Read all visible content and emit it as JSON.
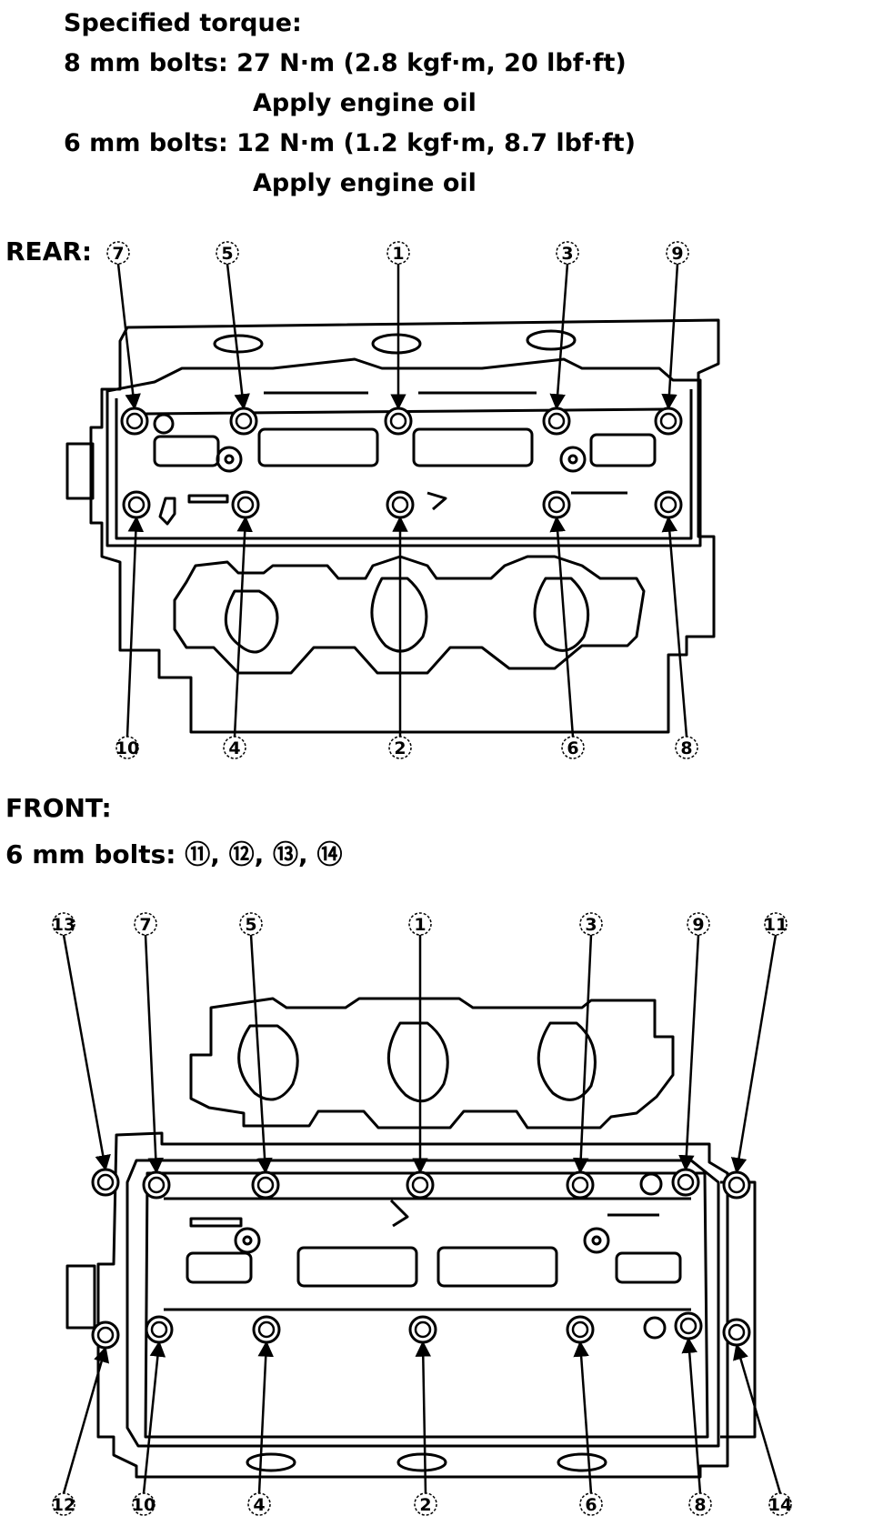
{
  "spec": {
    "heading": "Specified torque:",
    "bolt8_label": "8 mm bolts:",
    "bolt8_value": "27 N·m (2.8 kgf·m, 20 lbf·ft)",
    "bolt8_note": "Apply engine oil",
    "bolt6_label": "6 mm bolts:",
    "bolt6_value": "12 N·m (1.2 kgf·m, 8.7 lbf·ft)",
    "bolt6_note": "Apply engine oil"
  },
  "rear": {
    "label": "REAR:",
    "top_numbers": [
      "7",
      "5",
      "1",
      "3",
      "9"
    ],
    "bottom_numbers": [
      "10",
      "4",
      "2",
      "6",
      "8"
    ]
  },
  "front": {
    "label": "FRONT:",
    "note_label": "6 mm bolts:",
    "note_bolts": [
      "⑪",
      "⑫",
      "⑬",
      "⑭"
    ],
    "top_numbers": [
      "13",
      "7",
      "5",
      "1",
      "3",
      "9",
      "11"
    ],
    "bottom_numbers": [
      "12",
      "10",
      "4",
      "2",
      "6",
      "8",
      "14"
    ]
  }
}
